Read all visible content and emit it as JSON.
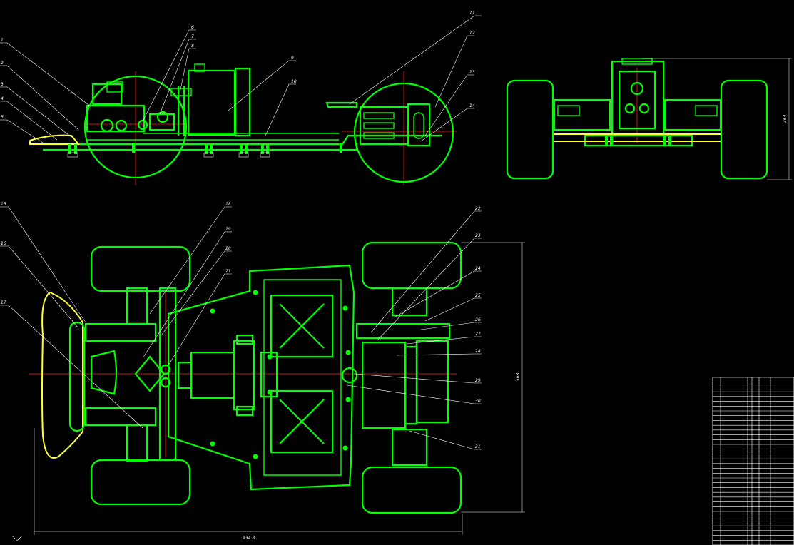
{
  "drawing": {
    "colors": {
      "background": "#000000",
      "geometry": "#00ff00",
      "leaders": "#ffffff",
      "centerlines": "#ff2020",
      "highlight": "#ffff33"
    },
    "views": [
      {
        "id": "side-view",
        "name": "side"
      },
      {
        "id": "front-view",
        "name": "front"
      },
      {
        "id": "top-view",
        "name": "plan"
      }
    ],
    "callouts_side": [
      "1",
      "2",
      "3",
      "4",
      "5",
      "6",
      "7",
      "8",
      "9",
      "10",
      "11",
      "12",
      "13",
      "14"
    ],
    "callouts_plan_left": [
      "15",
      "16",
      "17"
    ],
    "callouts_plan_mid": [
      "18",
      "19",
      "20",
      "21"
    ],
    "callouts_plan_right": [
      "22",
      "23",
      "24",
      "25",
      "26",
      "27",
      "28",
      "29",
      "30",
      "31"
    ],
    "dimension_front": "364",
    "dimension_plan_vert": "568",
    "dimension_plan_horiz": "934.8"
  }
}
